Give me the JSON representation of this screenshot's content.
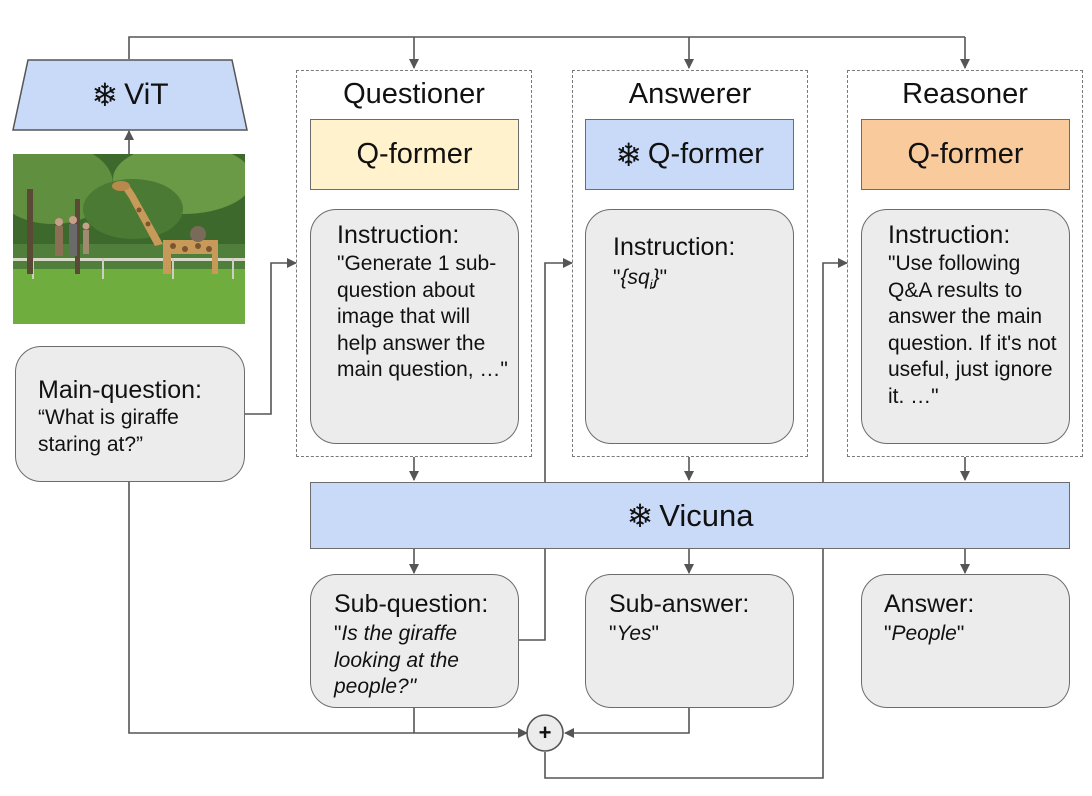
{
  "vit": {
    "icon": "snowflake-icon",
    "label": "ViT"
  },
  "photo": {
    "description_icon": "giraffe-photo"
  },
  "main_question": {
    "title": "Main-question:",
    "text": "“What is giraffe staring at?”"
  },
  "questioner": {
    "title": "Questioner",
    "qformer": "Q-former",
    "instruction_title": "Instruction:",
    "instruction_text": "\"Generate 1 sub-question about image that will help answer the main question, …\""
  },
  "answerer": {
    "title": "Answerer",
    "qformer": "Q-former",
    "instruction_title": "Instruction:",
    "instruction_open": "\"",
    "instruction_var": "{sq",
    "instruction_sub": "i",
    "instruction_close_brace": "}",
    "instruction_close": "\""
  },
  "reasoner": {
    "title": "Reasoner",
    "qformer": "Q-former",
    "instruction_title": "Instruction:",
    "instruction_text": "\"Use following Q&A results to answer the main question. If it's not useful, just ignore it. …\""
  },
  "vicuna": {
    "label": "Vicuna"
  },
  "sub_question": {
    "title": "Sub-question:",
    "open": "\"",
    "text": "Is the giraffe looking at the people?",
    "close": "\""
  },
  "sub_answer": {
    "title": "Sub-answer:",
    "open": "\"",
    "text": "Yes",
    "close": "\""
  },
  "answer": {
    "title": "Answer:",
    "open": "\"",
    "text": "People",
    "close": "\""
  },
  "sum_node": {
    "label": "+"
  },
  "colors": {
    "blue": "#c9daf8",
    "yellow": "#fff2cc",
    "orange": "#f9cb9c",
    "card_gray": "#ececec",
    "line": "#555555"
  }
}
